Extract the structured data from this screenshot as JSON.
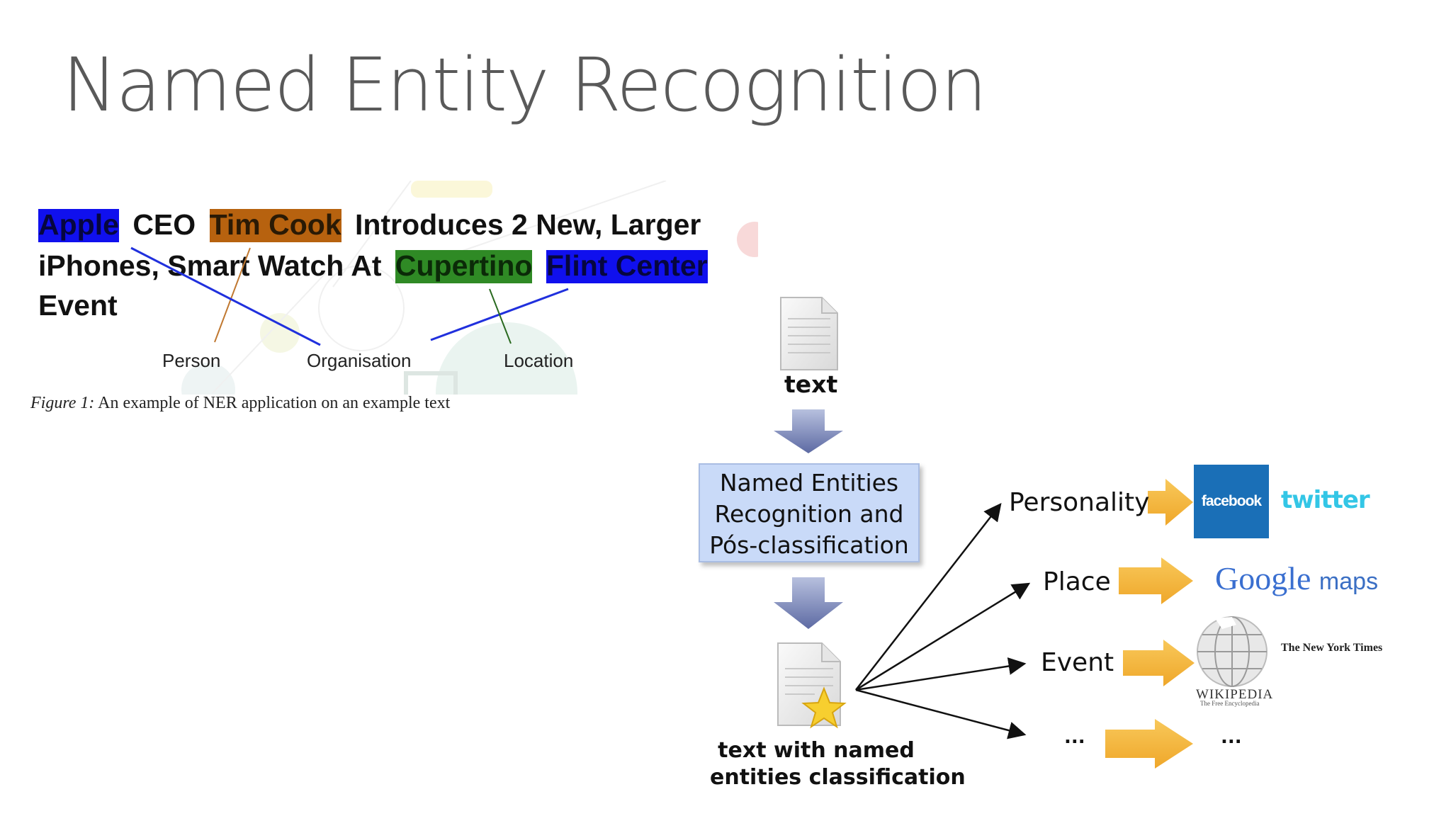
{
  "title": "Named Entity Recognition",
  "figure1": {
    "headline_line1": {
      "apple": "Apple",
      "ceo": "CEO",
      "tim_cook": "Tim Cook",
      "rest": "Introduces 2 New, Larger"
    },
    "headline_line2": {
      "start": "iPhones, Smart Watch At",
      "cupertino": "Cupertino",
      "flint_center": "Flint Center"
    },
    "headline_line3": "Event",
    "labels": {
      "person": "Person",
      "organisation": "Organisation",
      "location": "Location"
    },
    "caption_prefix": "Figure 1:",
    "caption_text": "An example of NER application on an example text",
    "colors": {
      "organisation": "#1010ee",
      "person": "#b7620f",
      "location": "#2f8a25"
    }
  },
  "diagram": {
    "input_label": "text",
    "process_box": {
      "line1": "Named Entities",
      "line2": "Recognition and",
      "line3": "Pós-classification"
    },
    "output_label_line1": "text with named",
    "output_label_line2": "entities classification",
    "categories": [
      {
        "label": "Personality"
      },
      {
        "label": "Place"
      },
      {
        "label": "Event"
      },
      {
        "label": "..."
      }
    ],
    "sources": {
      "facebook": "facebook",
      "twitter": "twitter",
      "google_maps_brand": "Google",
      "google_maps_suffix": "maps",
      "wikipedia": "WIKIPEDIA",
      "wikipedia_sub": "The Free Encyclopedia",
      "nyt": "The New York Times",
      "ellipsis": "..."
    },
    "colors": {
      "arrow_blue": "#7784b8",
      "arrow_orange": "#f5b63a",
      "box_fill": "#c9daf8"
    }
  }
}
